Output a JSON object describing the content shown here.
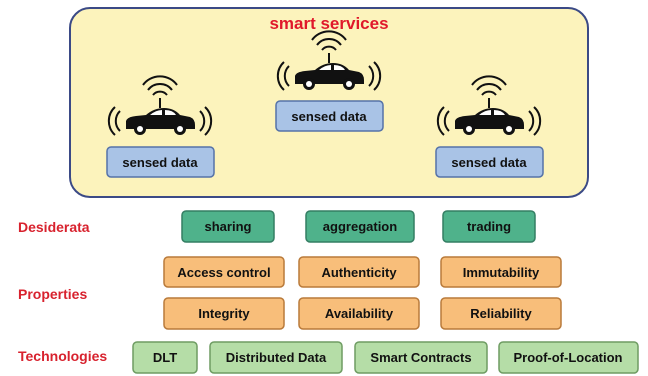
{
  "panel": {
    "title": "smart services",
    "vehicles": [
      {
        "icon": "connected-car-icon",
        "label": "sensed data"
      },
      {
        "icon": "connected-car-icon",
        "label": "sensed data"
      },
      {
        "icon": "connected-car-icon",
        "label": "sensed data"
      }
    ]
  },
  "rows": {
    "desiderata": {
      "label": "Desiderata",
      "items": [
        "sharing",
        "aggregation",
        "trading"
      ]
    },
    "properties": {
      "label": "Properties",
      "items": [
        "Access control",
        "Authenticity",
        "Immutability",
        "Integrity",
        "Availability",
        "Reliability"
      ]
    },
    "technologies": {
      "label": "Technologies",
      "items": [
        "DLT",
        "Distributed Data",
        "Smart Contracts",
        "Proof-of-Location"
      ]
    }
  },
  "colors": {
    "panel_fill": "#FCF3BC",
    "panel_stroke": "#3B4A86",
    "title": "#E0182B",
    "section_label": "#D8222E",
    "sensed_fill": "#A9C3E6",
    "sensed_stroke": "#5572A8",
    "desiderata_fill": "#4FB28B",
    "desiderata_stroke": "#347E63",
    "properties_fill": "#F8BE7A",
    "properties_stroke": "#B97A3A",
    "technologies_fill": "#B5DDA7",
    "technologies_stroke": "#6E9C62",
    "car_body": "#111111"
  }
}
